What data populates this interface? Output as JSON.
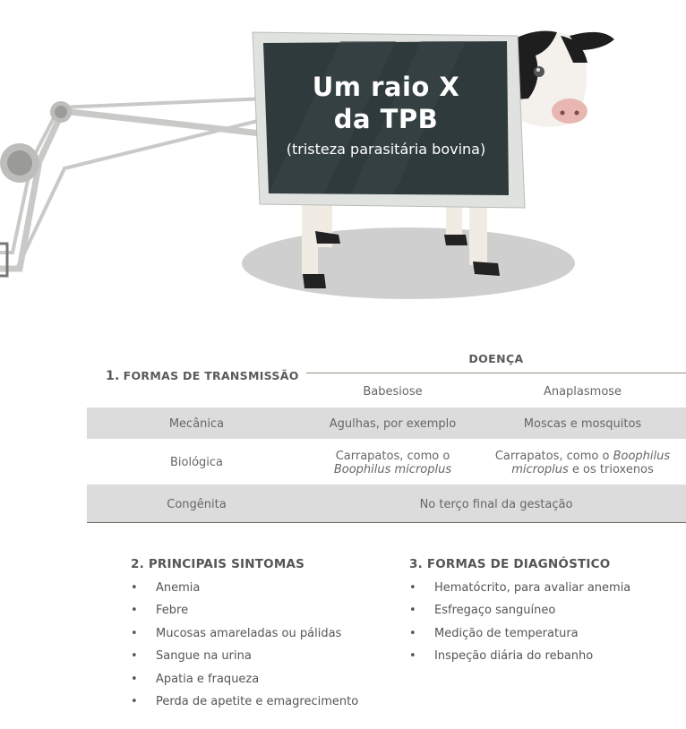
{
  "illustration": {
    "title_line1": "Um raio X",
    "title_line2": "da TPB",
    "subtitle": "(tristeza parasitária bovina)"
  },
  "transmission": {
    "section_number": "1.",
    "section_title": "FORMAS DE TRANSMISSÃO",
    "disease_header": "DOENÇA",
    "columns": [
      "Babesiose",
      "Anaplasmose"
    ],
    "rows": [
      {
        "label": "Mecânica",
        "babesiose": "Agulhas, por exemplo",
        "anaplasmose": "Moscas e mosquitos"
      },
      {
        "label": "Biológica",
        "babesiose_line1": "Carrapatos, como o",
        "babesiose_line2": "Boophilus microplus",
        "anaplasmose_pre": "Carrapatos, como o ",
        "anaplasmose_em1": "Boophilus",
        "anaplasmose_em2": "microplus",
        "anaplasmose_post": " e os trioxenos"
      },
      {
        "label": "Congênita",
        "both": "No terço final da gestação"
      }
    ]
  },
  "symptoms": {
    "title": "2. PRINCIPAIS SINTOMAS",
    "items": [
      "Anemia",
      "Febre",
      "Mucosas amareladas ou pálidas",
      "Sangue na urina",
      "Apatia e fraqueza",
      "Perda de apetite e emagrecimento"
    ]
  },
  "diagnosis": {
    "title": "3. FORMAS DE DIAGNÓSTICO",
    "items": [
      "Hematócrito, para avaliar anemia",
      "Esfregaço sanguíneo",
      "Medição de temperatura",
      "Inspeção diária do rebanho"
    ]
  },
  "colors": {
    "screen": "#2f3a3c",
    "frame": "#dfe2df",
    "arm": "#c9c9c7",
    "shadow": "#cfcfcf",
    "band": "#dcdcdc",
    "rule": "#6f7060"
  }
}
